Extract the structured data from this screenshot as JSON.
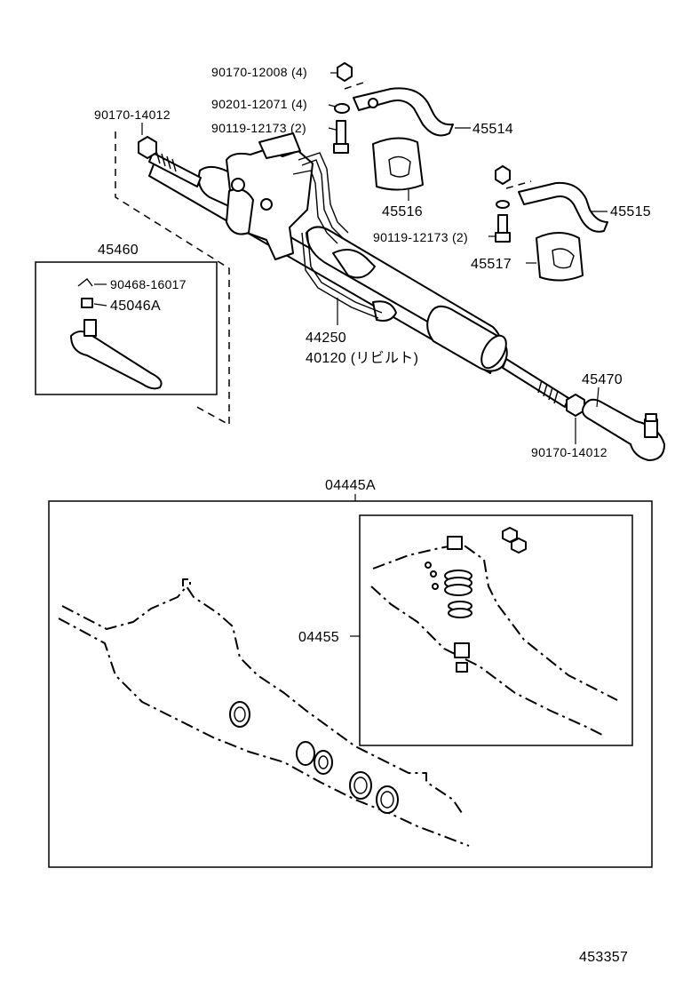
{
  "labels": {
    "nut_top": "90170-12008 (4)",
    "washer_top": "90201-12071 (4)",
    "bolt_top": "90119-12173 (2)",
    "bracket_left": "45514",
    "bush_left": "45516",
    "bracket_right": "45515",
    "bolt_right": "90119-12173 (2)",
    "bush_right": "45517",
    "nut_left": "90170-14012",
    "tie_rod_end_left_group": "45460",
    "cotter_pin": "90468-16017",
    "castle_nut": "45046A",
    "pipe": "44250",
    "rack_assembly": "40120 (リビルト)",
    "tie_rod_end_right": "45470",
    "nut_right": "90170-14012",
    "gasket_kit": "04445A",
    "valve_kit": "04455",
    "figure_number": "453357"
  }
}
